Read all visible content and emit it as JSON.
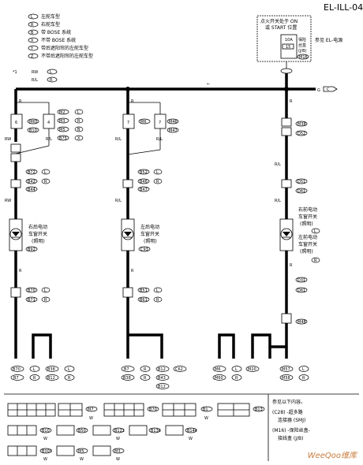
{
  "header": {
    "code": "EL-ILL-04"
  },
  "legend": {
    "items": [
      {
        "code": "L",
        "text": "左舵车型"
      },
      {
        "code": "R",
        "text": "右舵车型"
      },
      {
        "code": "B",
        "text": "带 BOSE 系统"
      },
      {
        "code": "X",
        "text": "不带 BOSE 系统"
      },
      {
        "code": "Y",
        "text": "带后遮阳帘的左舵车型"
      },
      {
        "code": "Z",
        "text": "不带后遮阳帘的左舵车型"
      }
    ],
    "note_marker": "*1",
    "note_lines": [
      {
        "wire": "RW",
        "code": "L"
      },
      {
        "wire": "R/L",
        "code": "R"
      }
    ]
  },
  "ignition": {
    "title_line1": "点火开关处于 ON",
    "title_line2": "或 START 位置",
    "fuse_amp": "10A",
    "fuse_no": "15",
    "fuse_connector": "M16",
    "fuse_desc_line1": "保险",
    "fuse_desc_line2": "丝盒",
    "fuse_desc_line3": "(J/B)",
    "reference": "参见 EL-电源"
  },
  "bus": {
    "arrow_left": "←",
    "right_label": "G",
    "right_connector": "C"
  },
  "branches": {
    "left": {
      "top_wire": "R",
      "plug": {
        "pin_left": "6",
        "pin_right": "4",
        "conn_left": "M65",
        "conn_right": "B10"
      },
      "side_codes": [
        "M2",
        "M3",
        "M5",
        "B75"
      ],
      "side_tags": [
        "L",
        "R",
        "B",
        "X"
      ],
      "wire_mid": "RW",
      "wire_mid_r": "R/L",
      "connectors_a": [
        "B72",
        "B42",
        "B44"
      ],
      "connector_a_tags": [
        "L",
        "R"
      ],
      "wire_c": "RW",
      "switch_title": [
        "右后电动",
        "车窗开关",
        "(照明)"
      ],
      "switch_conn": "B92",
      "wire_d": "R",
      "bottom_conns": [
        "B70",
        "B71"
      ],
      "bottom_tags": [
        "L",
        "R"
      ]
    },
    "middle": {
      "top_wire": "R",
      "plug": {
        "pin_left": "7",
        "pin_right": "7",
        "conn_left": "M6",
        "conn_right": "M46"
      },
      "side_codes": [
        "M47"
      ],
      "wire_mid": "R/L",
      "wire_mid_r": "R/L",
      "connectors_a": [
        "B52",
        "B46",
        "B47"
      ],
      "connector_a_tags": [
        "L",
        "R"
      ],
      "wire_c": "R/L",
      "switch_title": [
        "左后电动",
        "车窗开关",
        "(照明)"
      ],
      "switch_conn": "C93",
      "wire_d": "R",
      "bottom_conns": [
        "B51",
        "B61"
      ],
      "bottom_tags": [
        "L",
        "R"
      ]
    },
    "right": {
      "top_wire": "R",
      "connector_top": [
        "M38",
        "D52"
      ],
      "wire_mid": "R/L",
      "connectors_a": [
        "D51",
        "D61"
      ],
      "wire_c": "R/L",
      "switch_title": [
        "右前电动",
        "车窗开关",
        "(照明)"
      ],
      "switch_title2": [
        "左前电动",
        "车窗开关",
        "(照明)"
      ],
      "switch_tags": [
        "L",
        "R"
      ],
      "wire_d": "R",
      "connectors_b": [
        "D31",
        "D61"
      ],
      "connector_c": "M48"
    }
  },
  "bottom": {
    "row1": [
      {
        "code": "B70",
        "tag": "L"
      },
      {
        "code": "B38",
        "tag": "L"
      },
      {
        "code": "B7",
        "tag": "R"
      },
      {
        "code": "B12",
        "tag": "L"
      },
      {
        "code": "C62",
        "tag": ""
      },
      {
        "code": "M6",
        "tag": "L"
      },
      {
        "code": "M20",
        "tag": ""
      },
      {
        "code": "M57",
        "tag": "L"
      }
    ],
    "row2": [
      {
        "code": "B7",
        "tag": "R"
      },
      {
        "code": "B12",
        "tag": "R"
      },
      {
        "code": "B38",
        "tag": "R"
      },
      {
        "code": "B43",
        "tag": "L"
      },
      {
        "code": "B12",
        "tag": "R"
      },
      {
        "code": "M60",
        "tag": "R"
      },
      {
        "code": "M58",
        "tag": "R"
      }
    ]
  },
  "footer": {
    "note_title": "参见以下内容。",
    "note_lines": [
      "(C28) -超多路",
      "连接器 (SMJ)",
      "(M16) -保险丝盒-",
      "接线盒 (J/B)"
    ],
    "connectors": [
      "M7",
      "B70",
      "B1",
      "B13",
      "B10",
      "B50",
      "B122",
      "B134",
      "B144",
      "B303",
      "M5",
      "M3"
    ],
    "wire_colors": [
      "W",
      "W",
      "W",
      "W",
      "W",
      "W",
      "W",
      "W"
    ]
  },
  "watermark": "WeeQoo维库"
}
